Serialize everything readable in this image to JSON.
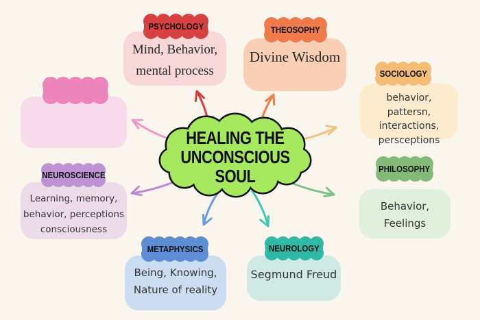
{
  "background": "#faf6ee",
  "center": {
    "label": "HEALING THE\nUNCONSCIOUS\nSOUL",
    "fill": "#a6e85e",
    "outline": "#111111"
  },
  "nodes": {
    "blank": {
      "label": "",
      "text": "",
      "badge_color": "#ec85bc",
      "box_color": "#f9dcec"
    },
    "psychology": {
      "label": "PSYCHOLOGY",
      "text": "Mind, Behavior,\nmental process",
      "badge_color": "#d84141",
      "box_color": "#f8d7d9"
    },
    "theosophy": {
      "label": "THEOSOPHY",
      "text": "Divine Wisdom",
      "badge_color": "#ee7b49",
      "box_color": "#f9cfb6"
    },
    "sociology": {
      "label": "SOCIOLOGY",
      "text": "behavior,\npattersn,\ninteractions,\npersceptions",
      "badge_color": "#f3bd77",
      "box_color": "#fcebcd"
    },
    "philosophy": {
      "label": "PHILOSOPHY",
      "text": "Behavior,\nFeelings",
      "badge_color": "#83ba79",
      "box_color": "#e0f0dc"
    },
    "neurology": {
      "label": "NEUROLOGY",
      "text": "Segmund Freud",
      "badge_color": "#30b9a5",
      "box_color": "#cfe9e4"
    },
    "metaphysics": {
      "label": "METAPHYSICS",
      "text": "Being, Knowing,\nNature of reality",
      "badge_color": "#5d8dd3",
      "box_color": "#ccddf2"
    },
    "neuroscience": {
      "label": "NEUROSCIENCE",
      "text": "Learning, memory,\nbehavior, perceptions\nconsciousness",
      "badge_color": "#bd93d4",
      "box_color": "#eedbea"
    }
  },
  "arrows": {
    "blank": "#ef97c9",
    "psychology": "#d63e3e",
    "theosophy": "#ef8048",
    "sociology": "#f4c07e",
    "philosophy": "#7cc28a",
    "neurology": "#3fc7b5",
    "metaphysics": "#6d9be2",
    "neuroscience": "#bb86d8"
  }
}
